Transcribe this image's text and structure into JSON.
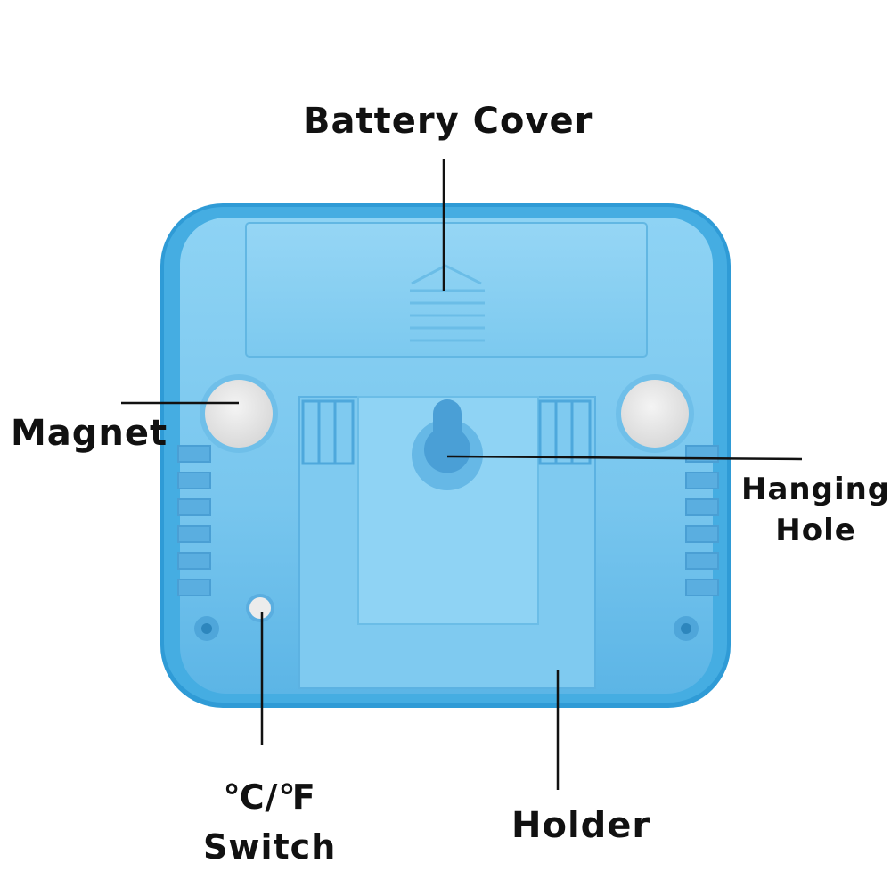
{
  "labels": {
    "battery_cover": "Battery Cover",
    "magnet": "Magnet",
    "hanging_hole_line1": "Hanging",
    "hanging_hole_line2": "Hole",
    "switch_line1": "℃/℉",
    "switch_line2": "Switch",
    "holder": "Holder"
  },
  "colors": {
    "body_outer": "#3aa7dd",
    "body_face": "#7fc8ee",
    "panel": "#8fd1f2",
    "magnet": "#e6e6e6",
    "label_text": "#111111",
    "leader_line": "#111111"
  }
}
